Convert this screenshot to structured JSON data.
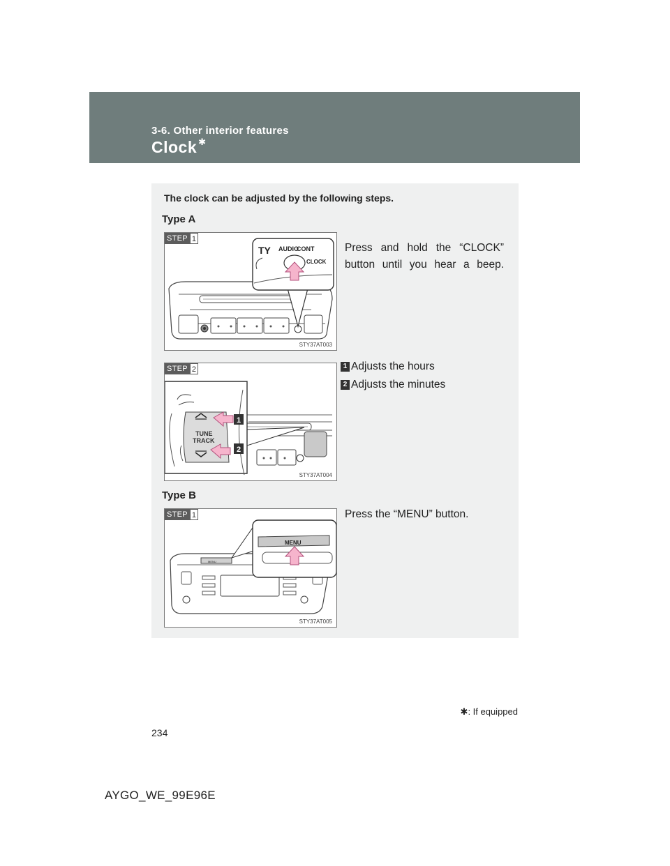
{
  "header": {
    "section": "3-6. Other interior features",
    "title": "Clock",
    "title_marker": "✱"
  },
  "intro": "The clock can be adjusted by the following steps.",
  "type_a": {
    "heading": "Type A",
    "step1": {
      "badge_word": "STEP",
      "badge_num": "1",
      "text": "Press and hold the “CLOCK” button until you hear a beep.",
      "figure_code": "STY37AT003",
      "labels": {
        "brand": "TY",
        "audio": "AUDIO",
        "cont": "CONT",
        "clock": "CLOCK"
      }
    },
    "step2": {
      "badge_word": "STEP",
      "badge_num": "2",
      "figure_code": "STY37AT004",
      "labels": {
        "tune": "TUNE",
        "track": "TRACK",
        "callout1": "1",
        "callout2": "2"
      },
      "legend": [
        {
          "num": "1",
          "text": "Adjusts the hours"
        },
        {
          "num": "2",
          "text": "Adjusts the minutes"
        }
      ]
    }
  },
  "type_b": {
    "heading": "Type B",
    "step1": {
      "badge_word": "STEP",
      "badge_num": "1",
      "text": "Press the “MENU” button.",
      "figure_code": "STY37AT005",
      "labels": {
        "menu": "MENU"
      }
    }
  },
  "footnote": {
    "marker": "✱",
    "text": ": If equipped"
  },
  "page_number": "234",
  "doc_code": "AYGO_WE_99E96E",
  "colors": {
    "header_band": "#6f7d7c",
    "panel": "#eff0f0",
    "arrow_fill": "#f6b4cc",
    "arrow_stroke": "#b3507b"
  }
}
